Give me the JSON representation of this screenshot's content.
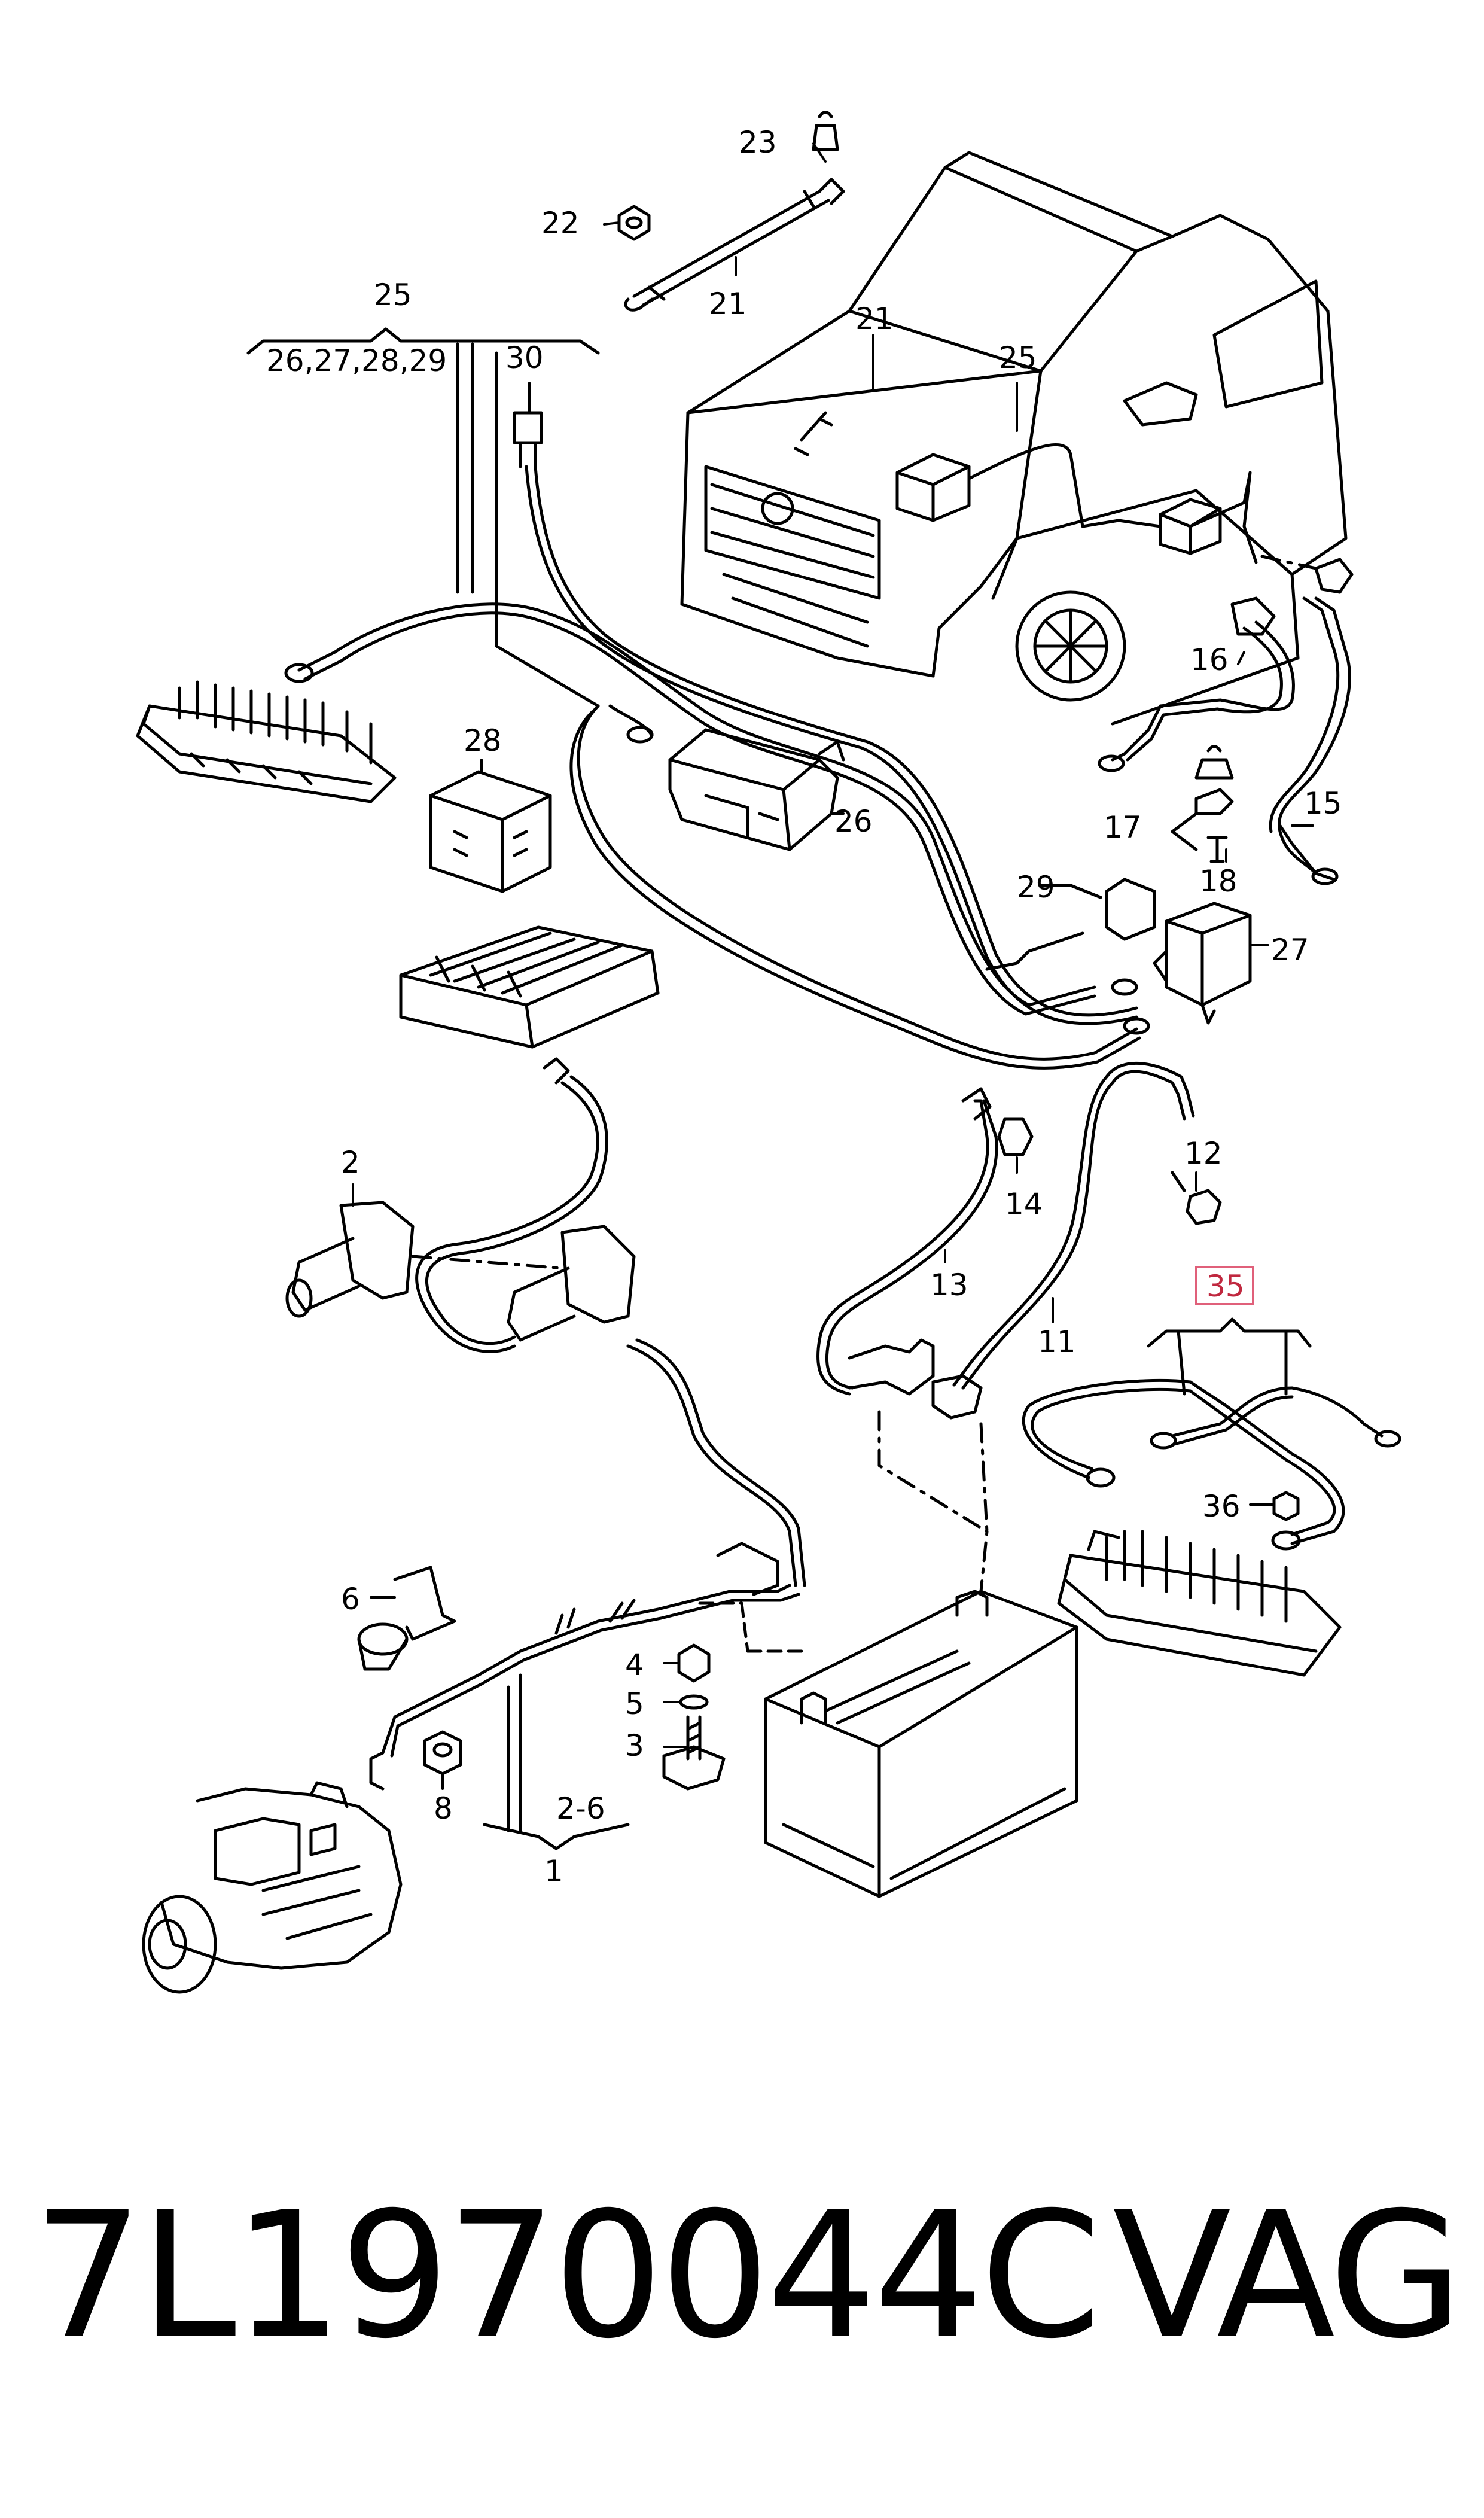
{
  "callouts": {
    "c1": "1",
    "c2": "2",
    "c3": "3",
    "c4": "4",
    "c5": "5",
    "c6": "6",
    "c8": "8",
    "c11": "11",
    "c12": "12",
    "c13": "13",
    "c14": "14",
    "c15": "15",
    "c16": "16",
    "c17": "17",
    "c18": "18",
    "c21a": "21",
    "c21b": "21",
    "c22": "22",
    "c23": "23",
    "c25a": "25",
    "c25b": "25",
    "c26": "26",
    "c27": "27",
    "c28": "28",
    "c29": "29",
    "c30": "30",
    "c35": "35",
    "c36": "36",
    "c26_29": "26,27,28,29",
    "c2_6": "2-6"
  },
  "caption": {
    "part_number": "7L1970044C",
    "brand": "VAG"
  },
  "colors": {
    "line": "#000000",
    "background": "#ffffff",
    "highlight_border": "#e0607a",
    "highlight_text": "#c0283f"
  }
}
